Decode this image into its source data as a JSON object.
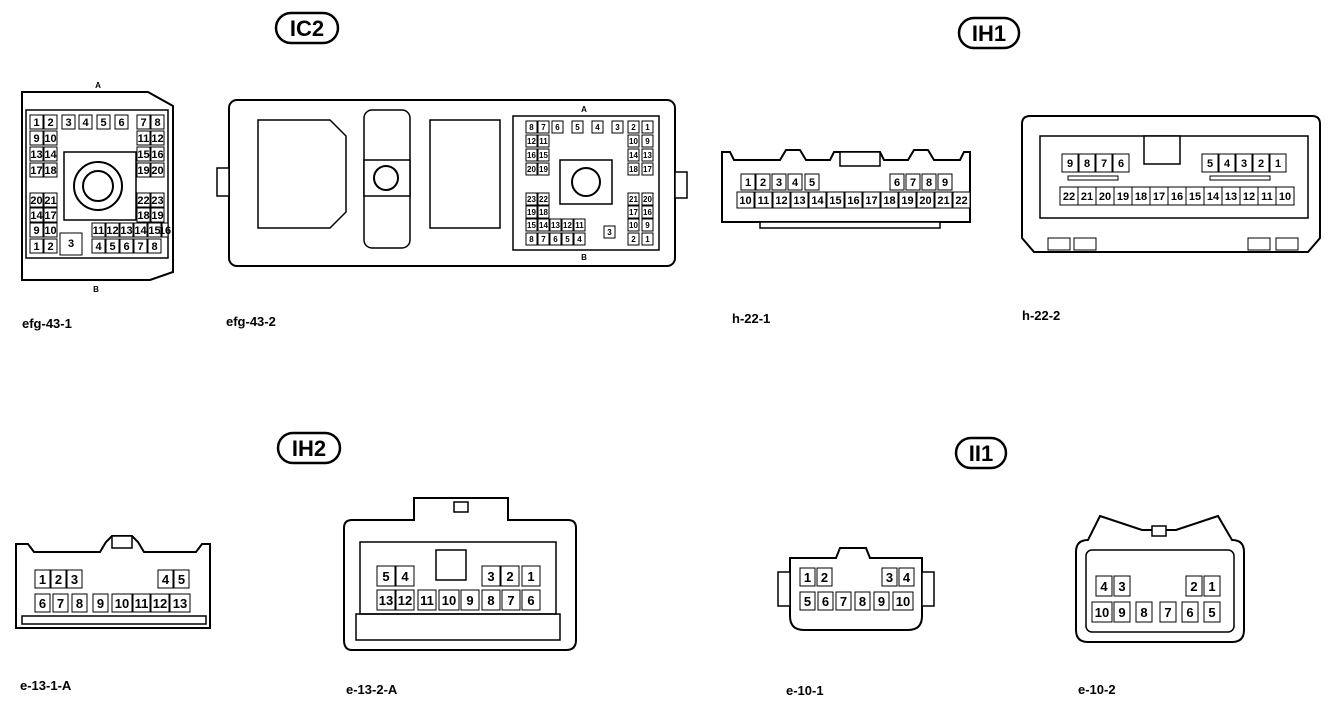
{
  "groups": [
    {
      "id": "IC2",
      "label": "IC2"
    },
    {
      "id": "IH1",
      "label": "IH1"
    },
    {
      "id": "IH2",
      "label": "IH2"
    },
    {
      "id": "II1",
      "label": "II1"
    }
  ],
  "connectors": [
    {
      "id": "efg-43-1",
      "caption": "efg-43-1",
      "top_mark": "A",
      "bottom_mark": "B",
      "pins": [
        "1",
        "2",
        "3",
        "4",
        "5",
        "6",
        "7",
        "8",
        "9",
        "10",
        "11",
        "12",
        "13",
        "14",
        "15",
        "16",
        "17",
        "18",
        "19",
        "20",
        "20",
        "21",
        "22",
        "23",
        "14",
        "17",
        "18",
        "19",
        "9",
        "10",
        "11",
        "12",
        "13",
        "14",
        "15",
        "16",
        "1",
        "2",
        "3",
        "4",
        "5",
        "6",
        "7",
        "8"
      ]
    },
    {
      "id": "efg-43-2",
      "caption": "efg-43-2",
      "top_mark": "A",
      "bottom_mark": "B",
      "pins": [
        "8",
        "7",
        "6",
        "5",
        "4",
        "3",
        "2",
        "1",
        "12",
        "11",
        "10",
        "9",
        "16",
        "15",
        "14",
        "13",
        "20",
        "19",
        "18",
        "17",
        "23",
        "22",
        "21",
        "20",
        "19",
        "18",
        "17",
        "16",
        "15",
        "14",
        "13",
        "12",
        "11",
        "10",
        "9",
        "8",
        "7",
        "6",
        "5",
        "4",
        "3",
        "2",
        "1"
      ]
    },
    {
      "id": "h-22-1",
      "caption": "h-22-1",
      "pins": [
        "1",
        "2",
        "3",
        "4",
        "5",
        "6",
        "7",
        "8",
        "9",
        "10",
        "11",
        "12",
        "13",
        "14",
        "15",
        "16",
        "17",
        "18",
        "19",
        "20",
        "21",
        "22"
      ]
    },
    {
      "id": "h-22-2",
      "caption": "h-22-2",
      "pins": [
        "9",
        "8",
        "7",
        "6",
        "5",
        "4",
        "3",
        "2",
        "1",
        "22",
        "21",
        "20",
        "19",
        "18",
        "17",
        "16",
        "15",
        "14",
        "13",
        "12",
        "11",
        "10"
      ]
    },
    {
      "id": "e-13-1-A",
      "caption": "e-13-1-A",
      "pins": [
        "1",
        "2",
        "3",
        "4",
        "5",
        "6",
        "7",
        "8",
        "9",
        "10",
        "11",
        "12",
        "13"
      ]
    },
    {
      "id": "e-13-2-A",
      "caption": "e-13-2-A",
      "pins": [
        "5",
        "4",
        "3",
        "2",
        "1",
        "13",
        "12",
        "11",
        "10",
        "9",
        "8",
        "7",
        "6"
      ]
    },
    {
      "id": "e-10-1",
      "caption": "e-10-1",
      "pins": [
        "1",
        "2",
        "3",
        "4",
        "5",
        "6",
        "7",
        "8",
        "9",
        "10"
      ]
    },
    {
      "id": "e-10-2",
      "caption": "e-10-2",
      "pins": [
        "4",
        "3",
        "2",
        "1",
        "10",
        "9",
        "8",
        "7",
        "6",
        "5"
      ]
    }
  ]
}
